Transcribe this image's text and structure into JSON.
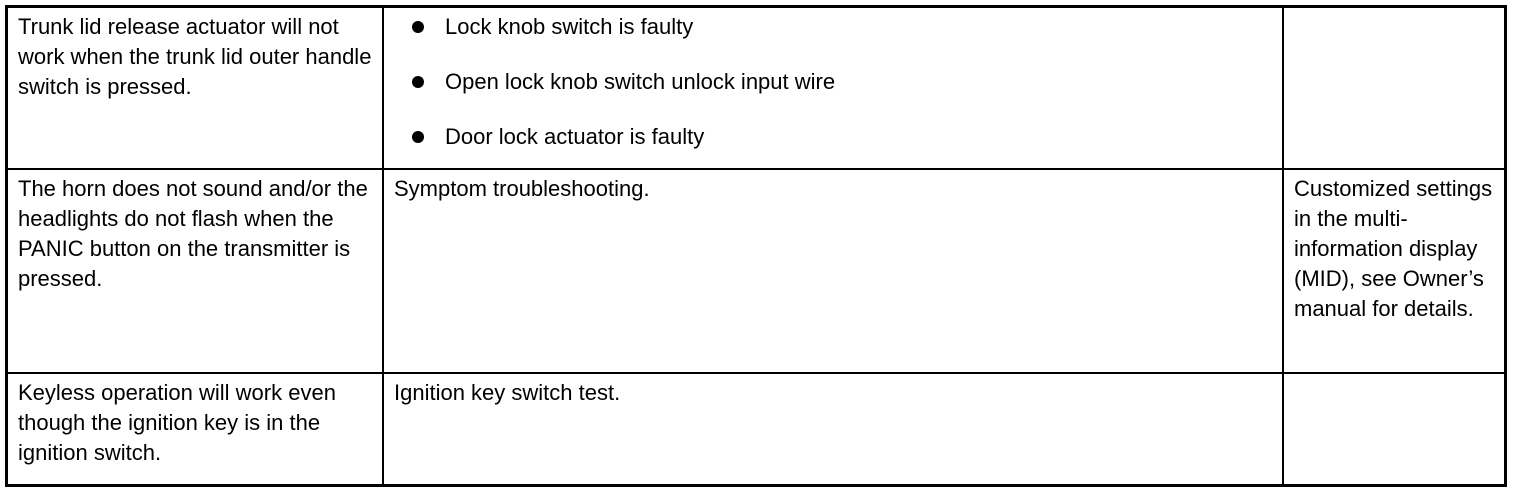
{
  "table": {
    "rows": [
      {
        "symptom": "Trunk lid release actuator will not work when the trunk lid outer handle switch is pressed.",
        "causes": [
          "Lock knob switch is faulty",
          "Open lock knob switch unlock input wire",
          "Door lock actuator is faulty"
        ],
        "notes": ""
      },
      {
        "symptom": "The horn does not sound and/or the headlights do not flash when the PANIC button on the transmitter is pressed.",
        "diagnosis": "Symptom troubleshooting.",
        "notes": "Customized settings in the multi-information display (MID), see Owner’s manual for details."
      },
      {
        "symptom": "Keyless operation will work even though the ignition key is in the ignition switch.",
        "diagnosis": "Ignition key switch test.",
        "notes": ""
      }
    ]
  }
}
